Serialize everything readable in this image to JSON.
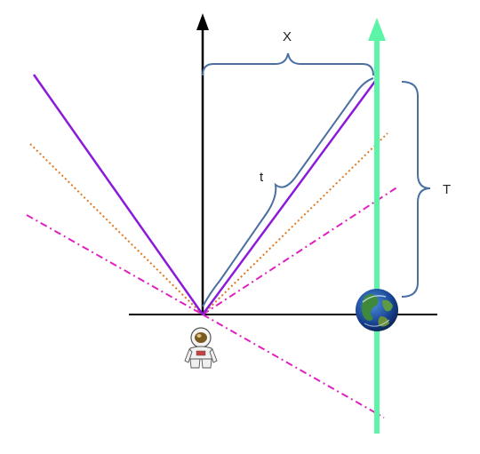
{
  "labels": {
    "x": "X",
    "t": "t",
    "T": "T"
  },
  "icons": {
    "observer": "astronaut-icon",
    "planet": "earth-icon"
  },
  "colors": {
    "axes": "#000000",
    "worldline": "#5cf5a8",
    "lightcone": "#8c1adb",
    "orange_line": "#e07820",
    "magenta_line": "#e020c0",
    "brace": "#4a6fa0",
    "ocean": "#1a4fa0",
    "land": "#3e8a3a"
  }
}
